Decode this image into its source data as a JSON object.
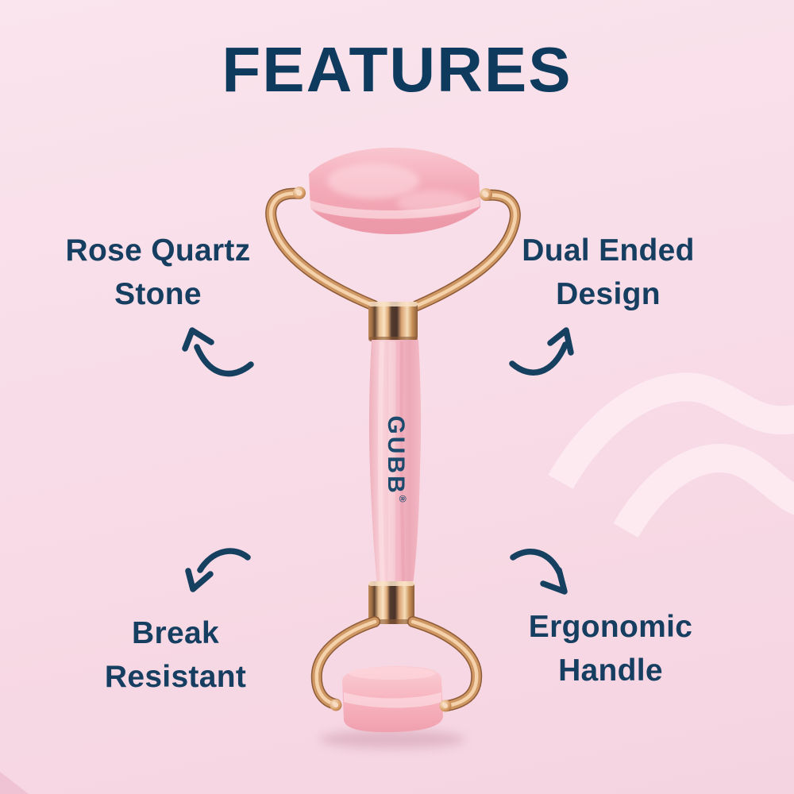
{
  "title": "FEATURES",
  "brand": {
    "logo_text": "GUBB",
    "registered_mark": "®"
  },
  "features": {
    "top_left": {
      "line1": "Rose Quartz",
      "line2": "Stone"
    },
    "top_right": {
      "line1": "Dual Ended",
      "line2": "Design"
    },
    "bottom_left": {
      "line1": "Break",
      "line2": "Resistant"
    },
    "bottom_right": {
      "line1": "Ergonomic",
      "line2": "Handle"
    }
  },
  "icons": {
    "top_left_arrow": "curved-arrow-up-left",
    "top_right_arrow": "curved-arrow-up-right",
    "bottom_left_arrow": "curved-arrow-down-left",
    "bottom_right_arrow": "curved-arrow-down-right",
    "watermark": "double-wave-swoosh"
  },
  "colors": {
    "background_pink": "#f8dce7",
    "text_navy": "#123a5d",
    "rose_gold": "#c9894f",
    "rose_quartz_pink": "#f4abb9",
    "watermark_pink": "#fdebf2"
  }
}
